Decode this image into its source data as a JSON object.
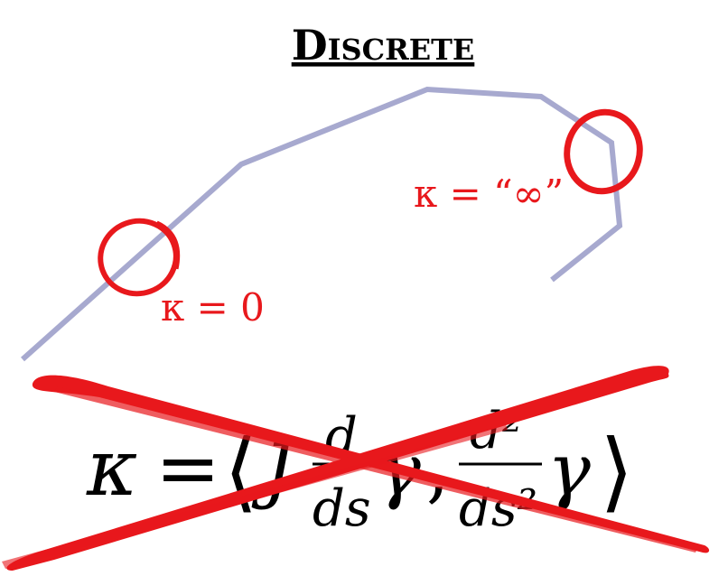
{
  "title": "Discrete",
  "labels": {
    "kappa_zero": "κ = 0",
    "kappa_infinity": "κ = “∞”"
  },
  "formula": {
    "kappa": "κ",
    "equals": "=",
    "open": "⟨",
    "J": "J",
    "d": "d",
    "ds": "ds",
    "gamma1": "γ",
    "comma": ",",
    "d2": "d²",
    "ds2": "ds²",
    "gamma2": "γ",
    "close": "⟩"
  },
  "colors": {
    "curve": "#a7a9cf",
    "highlight": "#e8181c",
    "text": "#000000"
  }
}
